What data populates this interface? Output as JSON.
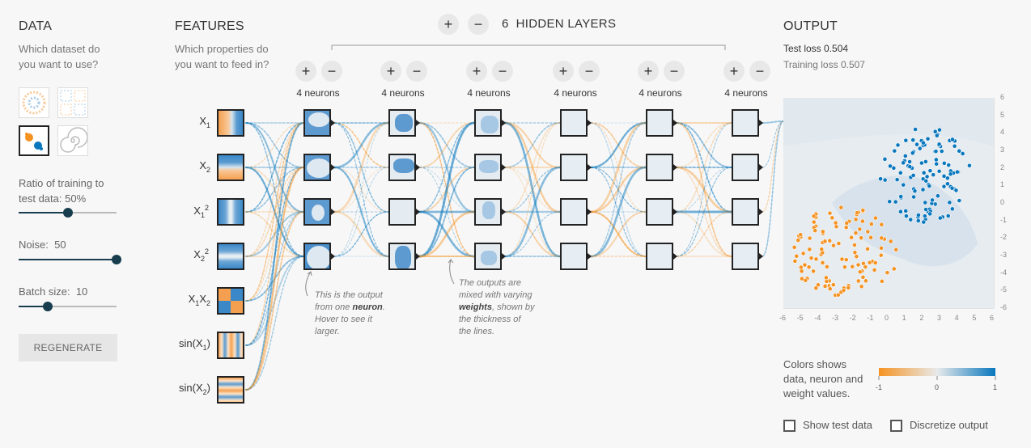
{
  "data": {
    "title": "DATA",
    "subtitle_line1": "Which dataset do",
    "subtitle_line2": "you want to use?",
    "ratio_line1": "Ratio of training to",
    "ratio_line2": "test data:",
    "ratio_value": "50%",
    "ratio_fraction": 0.5,
    "noise_label": "Noise:",
    "noise_value": "50",
    "noise_fraction": 1.0,
    "batch_label": "Batch size:",
    "batch_value": "10",
    "batch_fraction": 0.3,
    "regenerate": "REGENERATE"
  },
  "features": {
    "title": "FEATURES",
    "subtitle_line1": "Which properties do",
    "subtitle_line2": "you want to feed in?",
    "items": [
      {
        "base": "X",
        "sub": "1",
        "sup": ""
      },
      {
        "base": "X",
        "sub": "2",
        "sup": ""
      },
      {
        "base": "X",
        "sub": "1",
        "sup": "2"
      },
      {
        "base": "X",
        "sub": "2",
        "sup": "2"
      },
      {
        "base": "X",
        "sub": "1",
        "sup": "",
        "base2": "X",
        "sub2": "2"
      },
      {
        "base": "sin(X",
        "sub": "1",
        "tail": ")"
      },
      {
        "base": "sin(X",
        "sub": "2",
        "tail": ")"
      }
    ]
  },
  "network": {
    "plus": "+",
    "minus": "−",
    "layer_count": "6",
    "layers_label": "HIDDEN LAYERS",
    "neuron_labels": [
      "4 neurons",
      "4 neurons",
      "4 neurons",
      "4 neurons",
      "4 neurons",
      "4 neurons"
    ],
    "note1": [
      "This is the output",
      "from one",
      "neuron",
      ".",
      "Hover to see it",
      "larger."
    ],
    "note2": [
      "The outputs are",
      "mixed with varying",
      "weights",
      ", shown by",
      "the thickness of",
      "the lines."
    ]
  },
  "output": {
    "title": "OUTPUT",
    "test_loss_label": "Test loss",
    "test_loss_value": "0.504",
    "training_loss_label": "Training loss",
    "training_loss_value": "0.507",
    "x_ticks": [
      "-6",
      "-5",
      "-4",
      "-3",
      "-2",
      "-1",
      "0",
      "1",
      "2",
      "3",
      "4",
      "5",
      "6"
    ],
    "y_ticks": [
      "6",
      "5",
      "4",
      "3",
      "2",
      "1",
      "0",
      "-1",
      "-2",
      "-3",
      "-4",
      "-5",
      "-6"
    ],
    "legend_text_line1": "Colors shows",
    "legend_text_line2": "data, neuron and",
    "legend_text_line3": "weight values.",
    "legend_min": "-1",
    "legend_mid": "0",
    "legend_max": "1",
    "show_test_data": "Show test data",
    "discretize_output": "Discretize output"
  },
  "colors": {
    "orange": "#f59322",
    "blue": "#0877bd",
    "dark": "#183d4e"
  }
}
